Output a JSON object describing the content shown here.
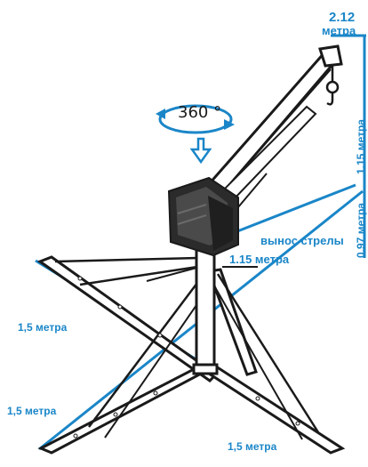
{
  "labels": {
    "height_value": "2.12",
    "height_unit": "метра",
    "rotation": "360 °",
    "boom_reach_title": "вынос стрелы",
    "boom_reach_value": "1.15 метра",
    "base_left": "1,5 метра",
    "base_left_lower": "1,5 метра",
    "base_bottom": "1,5 метра",
    "right_upper_vertical": "1.15 метра",
    "right_lower_vertical": "0.97 метра"
  },
  "colors": {
    "accent": "#1a86c8",
    "structure": "#1a1a1a",
    "crane_head": "#2b2b2b"
  },
  "icons": [
    "rotation-arrow-icon",
    "down-arrow-icon",
    "hook-icon"
  ]
}
